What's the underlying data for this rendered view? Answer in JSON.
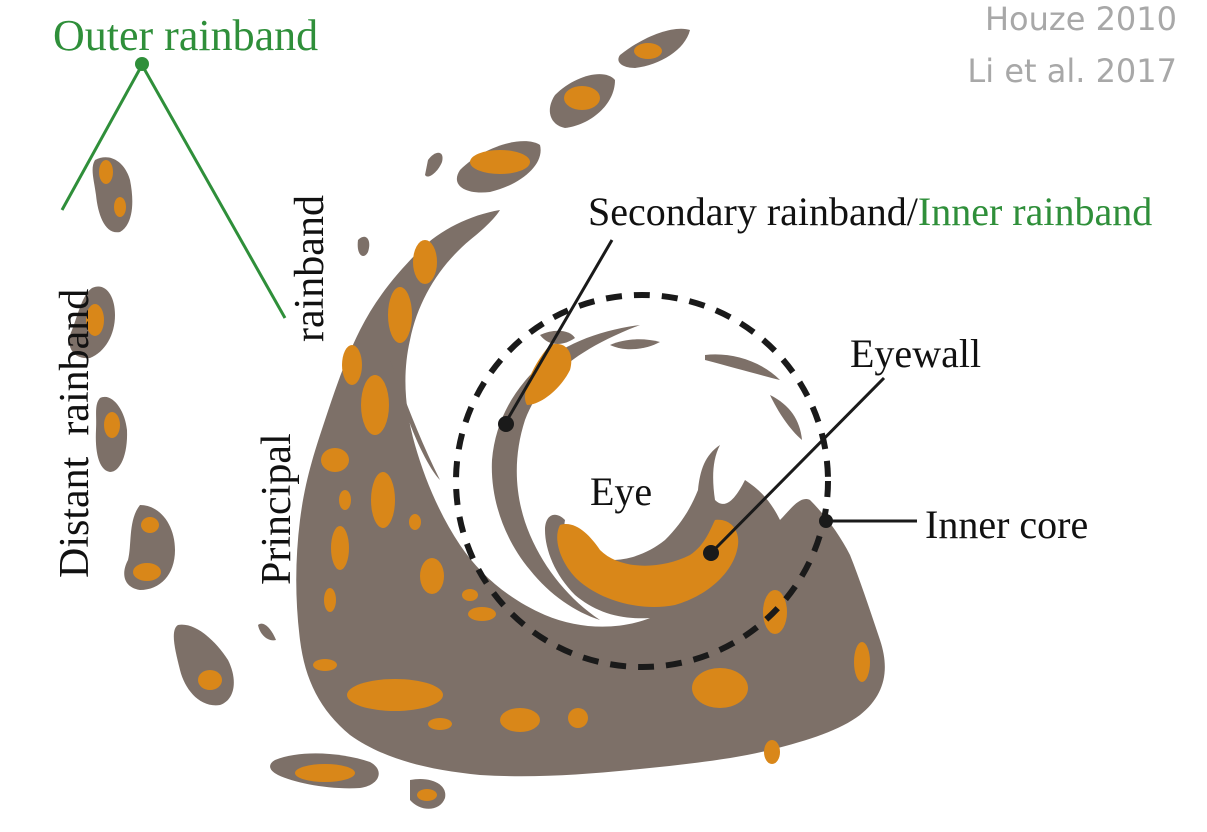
{
  "citations": {
    "line1": "Houze 2010",
    "line2": "Li et al. 2017"
  },
  "labels": {
    "outer_rainband": "Outer rainband",
    "distant_rainband": "Distant  rainband",
    "principal_rainband_line1": "rainband",
    "principal_rainband_line2": "Principal",
    "secondary_rainband": "Secondary rainband/",
    "inner_rainband": "Inner rainband",
    "eyewall": "Eyewall",
    "eye": "Eye",
    "inner_core": "Inner core"
  },
  "colors": {
    "rainband_gray": "#7d7068",
    "convective_core_orange": "#d98719",
    "label_green": "#2f8f3a",
    "citation_gray": "#a8a8a8",
    "leader_black": "#1a1a1a"
  }
}
